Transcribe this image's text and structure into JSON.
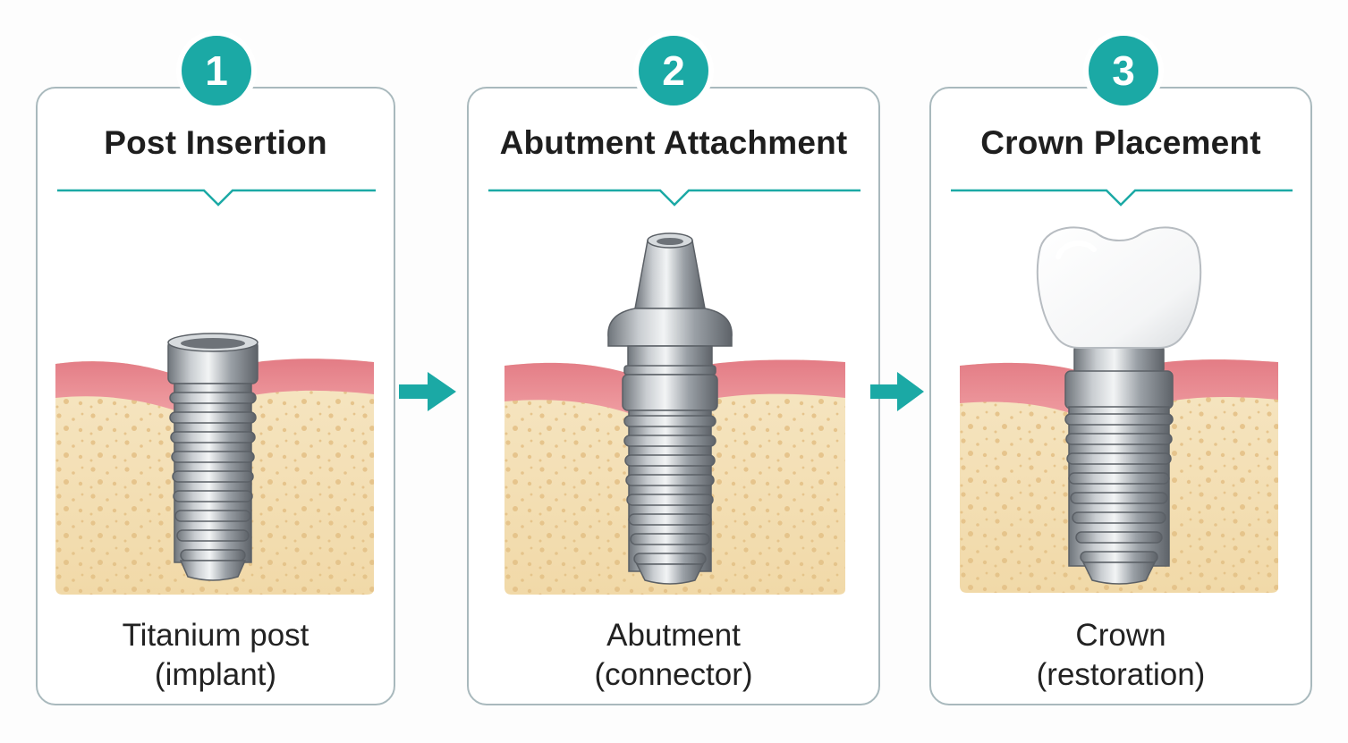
{
  "steps": [
    {
      "number": "1",
      "title": "Post Insertion",
      "caption_line1": "Titanium post",
      "caption_line2": "(implant)"
    },
    {
      "number": "2",
      "title": "Abutment Attachment",
      "caption_line1": "Abutment",
      "caption_line2": "(connector)"
    },
    {
      "number": "3",
      "title": "Crown Placement",
      "caption_line1": "Crown",
      "caption_line2": "(restoration)"
    }
  ],
  "colors": {
    "accent": "#1ba9a5",
    "panel_border": "#a9b9bd",
    "gum": "#e9858c",
    "bone": "#f3dfb5",
    "metal": "#9ea4aa",
    "crown": "#ffffff"
  },
  "icons": [
    "arrow-right-icon",
    "implant-post-icon",
    "abutment-icon",
    "crown-icon"
  ]
}
